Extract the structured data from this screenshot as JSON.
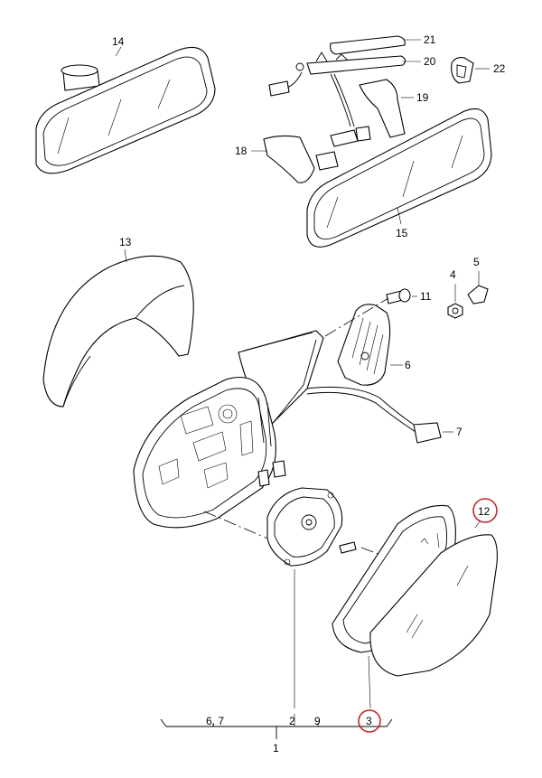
{
  "callouts": {
    "c14": "14",
    "c21": "21",
    "c20": "20",
    "c22": "22",
    "c19": "19",
    "c18": "18",
    "c15": "15",
    "c13": "13",
    "c11": "11",
    "c4": "4",
    "c5": "5",
    "c6": "6",
    "c7": "7",
    "c12": "12",
    "c2": "2",
    "c3": "3",
    "c1": "1"
  },
  "bottom_labels": {
    "b67": "6, 7",
    "b2": "2",
    "b9": "9",
    "b3": "3"
  },
  "highlight_color": "#c0282d",
  "highlighted": [
    "12",
    "3"
  ]
}
